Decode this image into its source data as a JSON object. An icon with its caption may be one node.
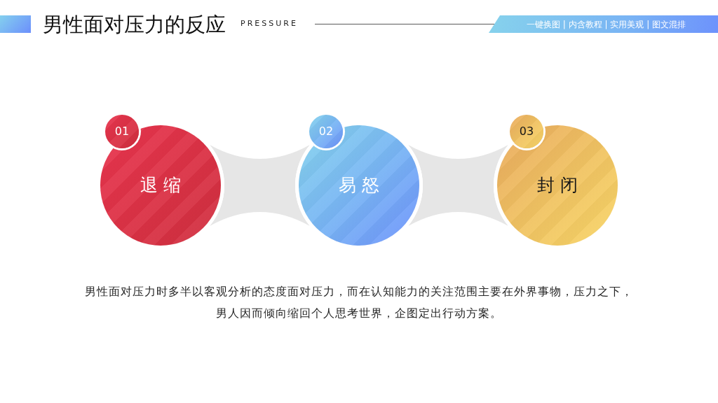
{
  "diagram": {
    "title": "男性面对压力的反应",
    "caption": "男性面对压力时多半以客观分析的态度面对压力，而在认知能力的关注范围主要在外界事物，压力之下，男人因而倾向缩回个人思考世界，企图定出行动方案。",
    "nodes": [
      {
        "text": [
          "01"
        ]
      },
      {
        "text": [
          "退缩"
        ]
      },
      {
        "text": [
          "02"
        ]
      },
      {
        "text": [
          "易怒"
        ]
      },
      {
        "text": [
          "03"
        ]
      },
      {
        "text": [
          "封闭"
        ]
      }
    ],
    "edges": [
      {
        "from": 1,
        "to": 3,
        "arrow": "none"
      },
      {
        "from": 3,
        "to": 5,
        "arrow": "none"
      }
    ],
    "labels": [
      "PRESSURE",
      "一键换图 | 内含教程 | 实用美观 | 图文混排"
    ]
  }
}
